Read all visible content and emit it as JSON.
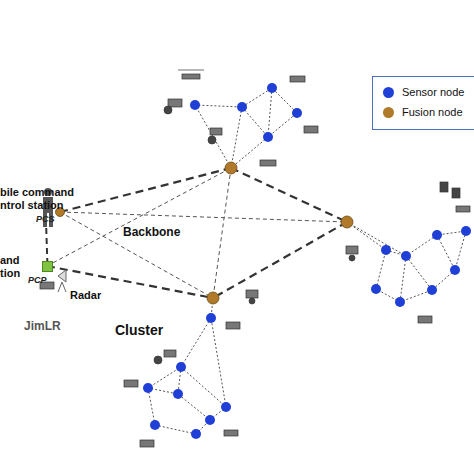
{
  "diagram": {
    "nodes": [
      {
        "text": [
          "PCS"
        ]
      },
      {
        "text": [
          "PCP"
        ]
      }
    ],
    "edges": [
      {
        "from": 0,
        "to": 1,
        "arrow": "none"
      }
    ],
    "labels": [
      "bile command ntrol station",
      "Backbone",
      "and tion",
      "Radar",
      "JimLR",
      "Cluster"
    ],
    "legend": [
      {
        "text": "Sensor node",
        "color": "#1f3fd6"
      },
      {
        "text": "Fusion node",
        "color": "#b07a2a"
      }
    ]
  }
}
